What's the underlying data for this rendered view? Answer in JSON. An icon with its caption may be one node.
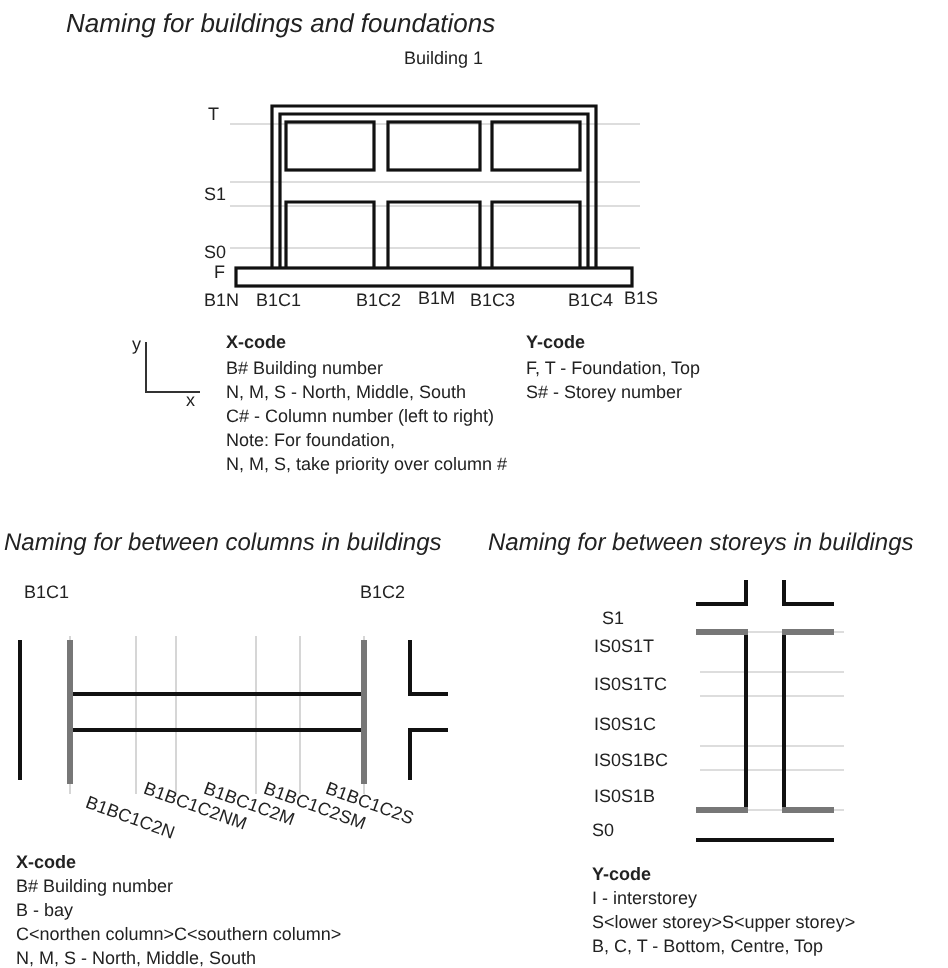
{
  "diagram": {
    "labels": [
      "Naming for buildings and foundations",
      "Building 1",
      "T",
      "S1",
      "S0",
      "F",
      "B1N",
      "B1C1",
      "B1C2",
      "B1M",
      "B1C3",
      "B1C4",
      "B1S",
      "y",
      "x",
      "X-code",
      "B# Building number",
      "N, M, S - North, Middle, South",
      "C# - Column number (left to right)",
      "Note: For foundation,",
      "N, M, S, take priority over column #",
      "Y-code",
      "F, T - Foundation, Top",
      "S# - Storey number",
      "Naming for between columns in buildings",
      "B1C1",
      "B1C2",
      "B1BC1C2N",
      "B1BC1C2NM",
      "B1BC1C2M",
      "B1BC1C2SM",
      "B1BC1C2S",
      "X-code",
      "B# Building number",
      "B - bay",
      "C<northen column>C<southern column>",
      "N, M, S - North, Middle, South",
      "Naming for between storeys in buildings",
      "S1",
      "IS0S1T",
      "IS0S1TC",
      "IS0S1C",
      "IS0S1BC",
      "IS0S1B",
      "S0",
      "Y-code",
      "I - interstorey",
      "S<lower storey>S<upper storey>",
      "B, C, T - Bottom, Centre, Top"
    ]
  }
}
